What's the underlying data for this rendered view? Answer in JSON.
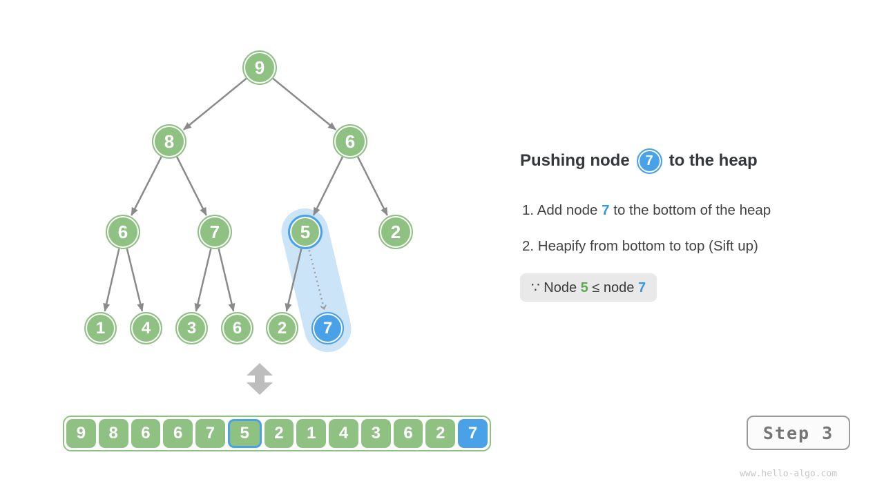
{
  "colors": {
    "green": "#8FC183",
    "blue": "#49A2E8",
    "capsule_blue": "#CCE4F7",
    "arrow_gray": "#8A8A8A",
    "swap_arrow_gray": "#BDBDBD",
    "note_bg": "#E9E9E9"
  },
  "panel": {
    "title": {
      "prefix": "Pushing node",
      "node_value": "7",
      "suffix": "to the heap"
    },
    "steps": [
      {
        "label": "1. ",
        "pre": "Add node ",
        "value": "7",
        "post": " to the bottom of the heap"
      },
      {
        "label": "2. ",
        "pre": "Heapify from bottom to top (Sift up)",
        "value": "",
        "post": ""
      }
    ],
    "note": {
      "symbol": "∵",
      "pre": " Node ",
      "green_value": "5",
      "mid": " ≤ node ",
      "blue_value": "7"
    }
  },
  "tree": {
    "nodes": [
      {
        "value": "9"
      },
      {
        "value": "8"
      },
      {
        "value": "6"
      },
      {
        "value": "6"
      },
      {
        "value": "7"
      },
      {
        "value": "5"
      },
      {
        "value": "2"
      },
      {
        "value": "1"
      },
      {
        "value": "4"
      },
      {
        "value": "3"
      },
      {
        "value": "6"
      },
      {
        "value": "2"
      },
      {
        "value": "7"
      }
    ]
  },
  "array": {
    "cells": [
      {
        "value": "9"
      },
      {
        "value": "8"
      },
      {
        "value": "6"
      },
      {
        "value": "6"
      },
      {
        "value": "7"
      },
      {
        "value": "5"
      },
      {
        "value": "2"
      },
      {
        "value": "1"
      },
      {
        "value": "4"
      },
      {
        "value": "3"
      },
      {
        "value": "6"
      },
      {
        "value": "2"
      },
      {
        "value": "7"
      }
    ]
  },
  "step_button": {
    "label": "Step 3"
  },
  "watermark": "www.hello-algo.com"
}
